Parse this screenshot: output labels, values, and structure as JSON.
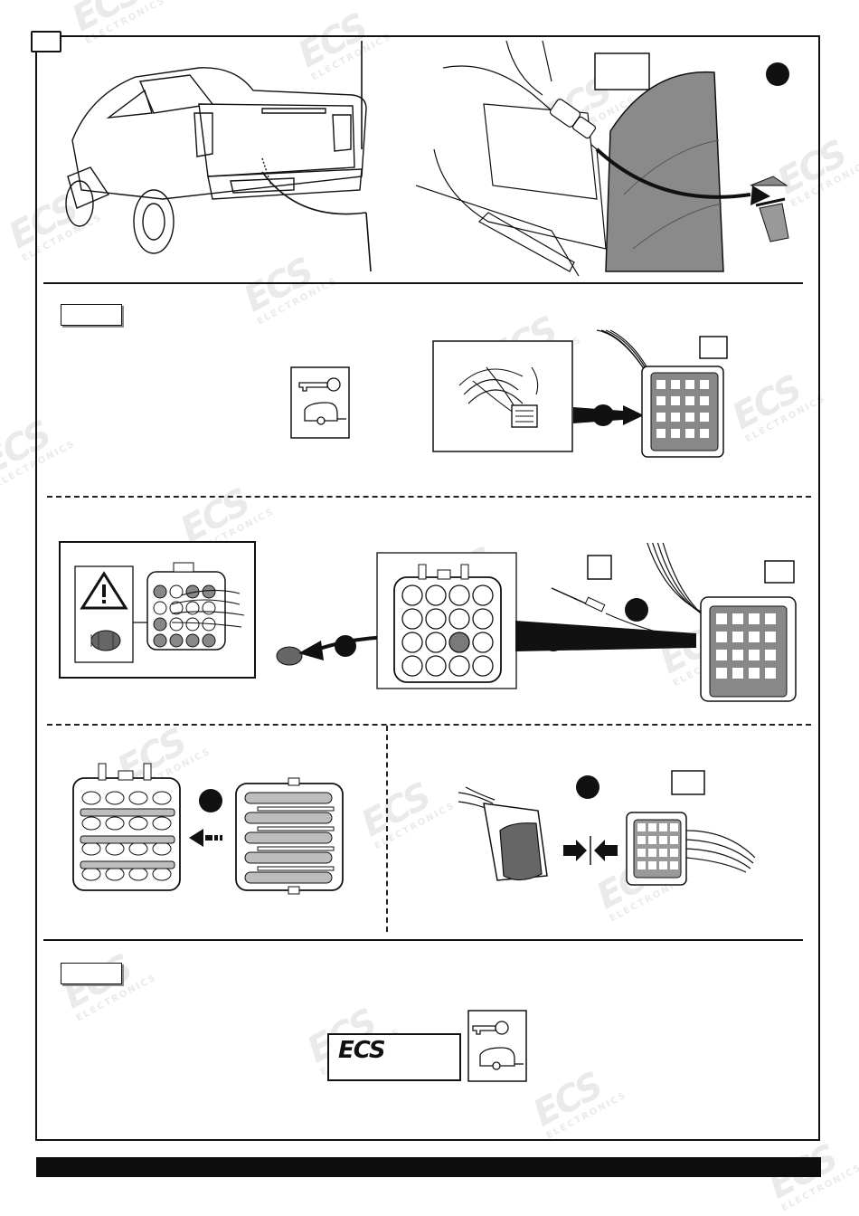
{
  "brand": {
    "watermark_text": "ECS",
    "watermark_subtext": "ELECTRONICS",
    "logo_text": "ECS"
  },
  "sections": {
    "label_box_1": "",
    "label_box_2": ""
  },
  "icons": [
    "key-icon",
    "trailer-icon",
    "warning-icon",
    "trash-can-icon",
    "arrow-right-icon",
    "arrow-left-icon",
    "connector-icon"
  ],
  "colors": {
    "ink": "#111111",
    "fender_gray": "#8a8a8a",
    "pin_gray": "#7a7a7a",
    "footer_bar": "#0d0d0d"
  }
}
